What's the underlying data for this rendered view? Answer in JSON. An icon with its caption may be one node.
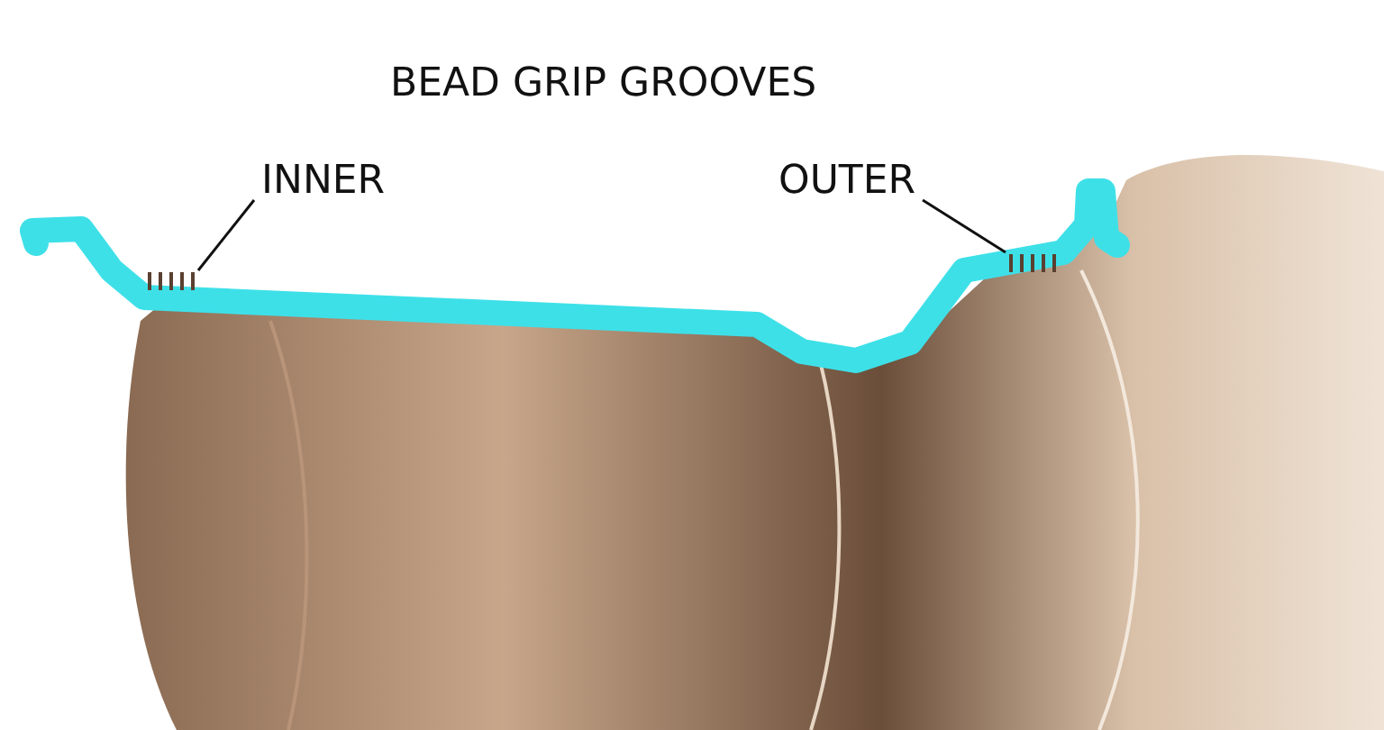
{
  "diagram": {
    "title": "BEAD GRIP GROOVES",
    "nodes": [
      {
        "text": [
          "INNER"
        ]
      },
      {
        "text": [],
        "shape": "picture"
      },
      {
        "text": [
          "OUTER"
        ]
      },
      {
        "text": [],
        "shape": "picture"
      }
    ],
    "edges": [
      {
        "from": 0,
        "to": 1,
        "arrow": "none"
      },
      {
        "from": 2,
        "to": 3,
        "arrow": "none"
      }
    ]
  }
}
